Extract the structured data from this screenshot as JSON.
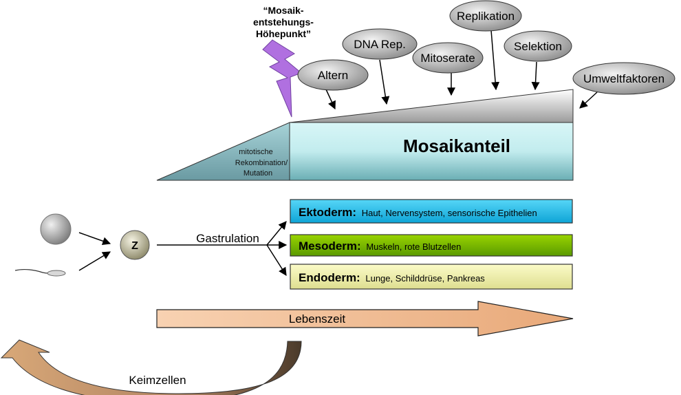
{
  "peak_label": {
    "line1": "“Mosaik-",
    "line2": "entstehungs-",
    "line3": "Höhepunkt”"
  },
  "factors": {
    "altern": "Altern",
    "dna_rep": "DNA Rep.",
    "mitoserate": "Mitoserate",
    "replikation": "Replikation",
    "selektion": "Selektion",
    "umweltfaktoren": "Umweltfaktoren"
  },
  "mosaic": {
    "title": "Mosaikanteil",
    "mitotic_line1": "mitotische",
    "mitotic_line2": "Rekombination/",
    "mitotic_line3": "Mutation"
  },
  "zygote_label": "Z",
  "gastrulation_label": "Gastrulation",
  "germ_layers": {
    "ektoderm": {
      "name": "Ektoderm:",
      "desc": "Haut, Nervensystem, sensorische Epithelien",
      "color": "#19bfef"
    },
    "mesoderm": {
      "name": "Mesoderm:",
      "desc": "Muskeln, rote Blutzellen",
      "color": "#78b800"
    },
    "endoderm": {
      "name": "Endoderm:",
      "desc": "Lunge, Schilddrüse, Pankreas",
      "color": "#f0f0a6"
    }
  },
  "lifespan_label": "Lebenszeit",
  "germline_label": "Keimzellen",
  "colors": {
    "mosaic_fill": "#c4eef0",
    "oval_fill": "#b8b8b8",
    "lightning": "#b070e0",
    "arrow_peach": "#f4c9a4"
  }
}
